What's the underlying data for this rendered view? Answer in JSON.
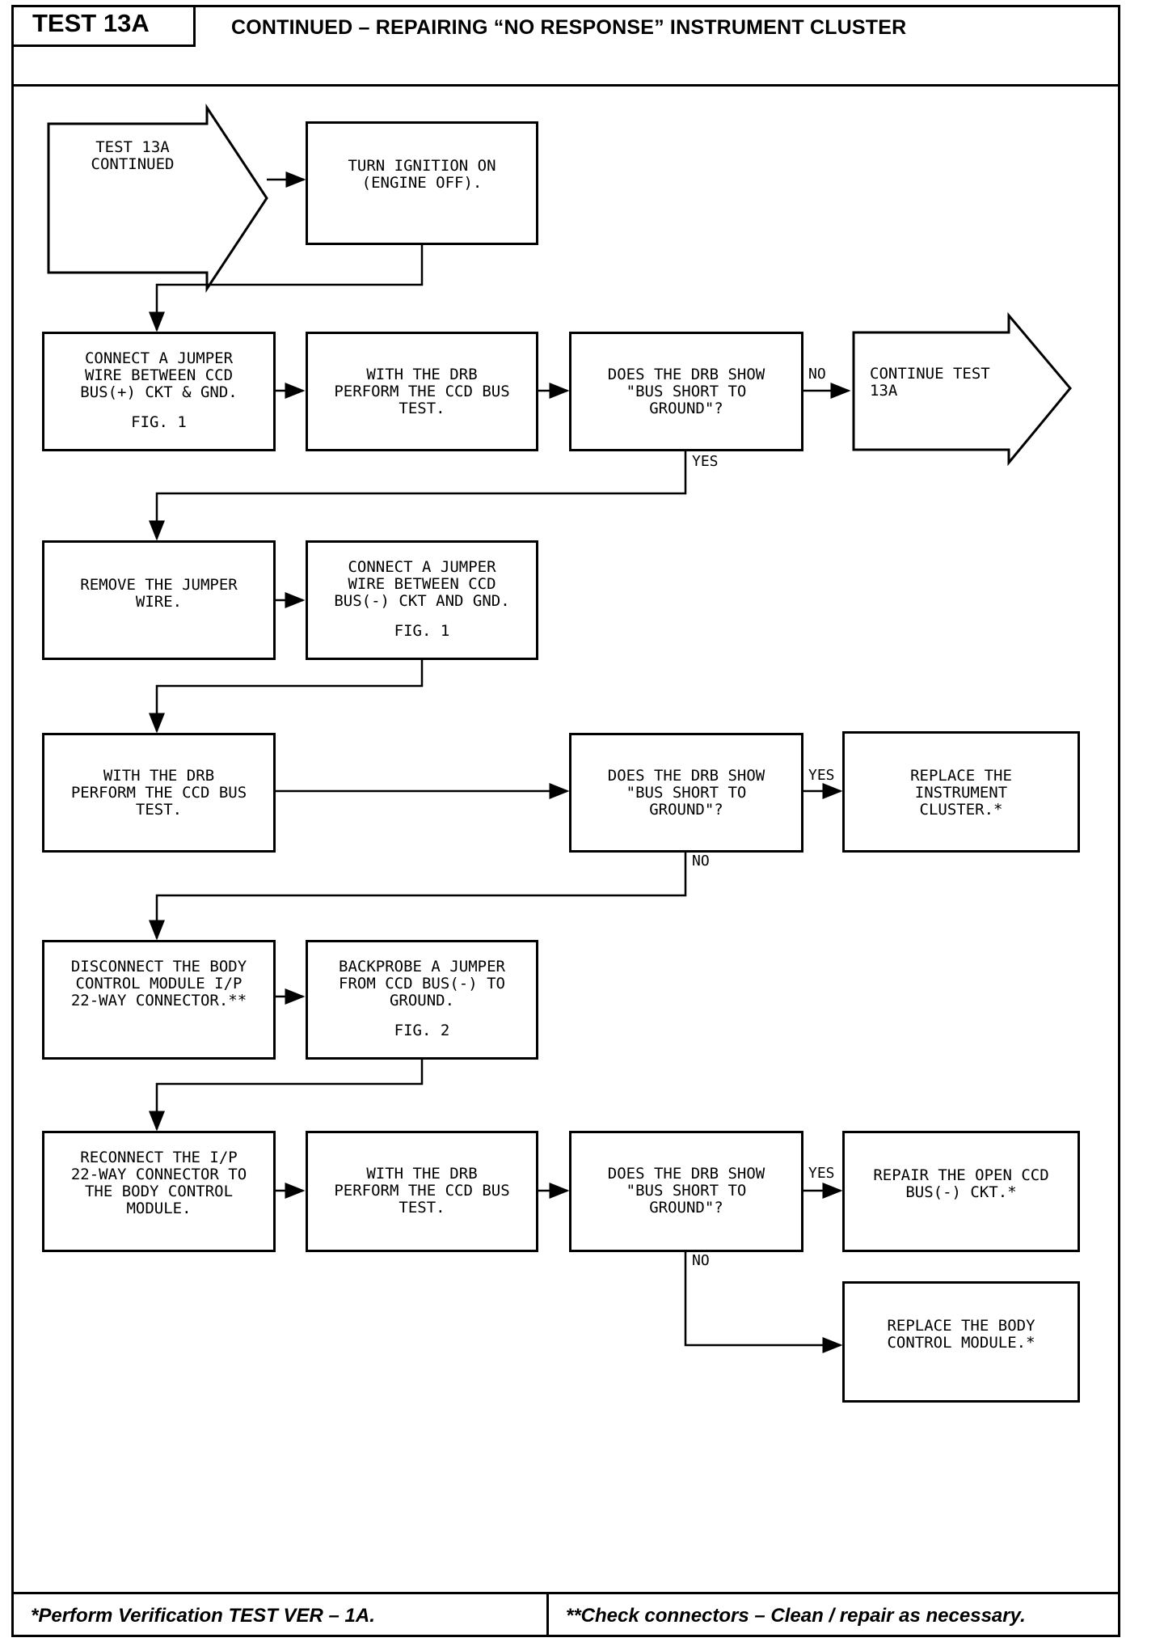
{
  "header": {
    "tag": "TEST 13A",
    "title": "CONTINUED – REPAIRING “NO RESPONSE” INSTRUMENT CLUSTER"
  },
  "flow": {
    "start": "TEST 13A\nCONTINUED",
    "ignition": "TURN IGNITION ON\n(ENGINE OFF).",
    "jumper_pos": "CONNECT A JUMPER\nWIRE BETWEEN CCD\nBUS(+) CKT & GND.",
    "jumper_pos_fig": "FIG. 1",
    "drb_test_1": "WITH THE DRB\nPERFORM THE CCD BUS\nTEST.",
    "q1": "DOES THE DRB SHOW\n\"BUS SHORT TO\nGROUND\"?",
    "continue": "CONTINUE TEST\n13A",
    "remove_jumper": "REMOVE THE JUMPER\nWIRE.",
    "jumper_neg": "CONNECT A JUMPER\nWIRE BETWEEN CCD\nBUS(-) CKT AND GND.",
    "jumper_neg_fig": "FIG. 1",
    "drb_test_2": "WITH THE DRB\nPERFORM THE CCD BUS\nTEST.",
    "q2": "DOES THE DRB SHOW\n\"BUS SHORT TO\nGROUND\"?",
    "replace_cluster": "REPLACE THE\nINSTRUMENT\nCLUSTER.*",
    "disconnect_bcm": "DISCONNECT THE BODY\nCONTROL MODULE I/P\n22-WAY CONNECTOR.**",
    "backprobe": "BACKPROBE A JUMPER\nFROM CCD BUS(-) TO\nGROUND.",
    "backprobe_fig": "FIG. 2",
    "reconnect": "RECONNECT THE I/P\n22-WAY CONNECTOR TO\nTHE BODY CONTROL\nMODULE.",
    "drb_test_3": "WITH THE DRB\nPERFORM THE CCD BUS\nTEST.",
    "q3": "DOES THE DRB SHOW\n\"BUS SHORT TO\nGROUND\"?",
    "repair_open": "REPAIR THE OPEN CCD\nBUS(-) CKT.*",
    "replace_bcm": "REPLACE THE BODY\nCONTROL MODULE.*"
  },
  "labels": {
    "no": "NO",
    "yes": "YES"
  },
  "footer": {
    "left": "*Perform Verification TEST VER – 1A.",
    "right": "**Check connectors – Clean / repair as necessary."
  }
}
